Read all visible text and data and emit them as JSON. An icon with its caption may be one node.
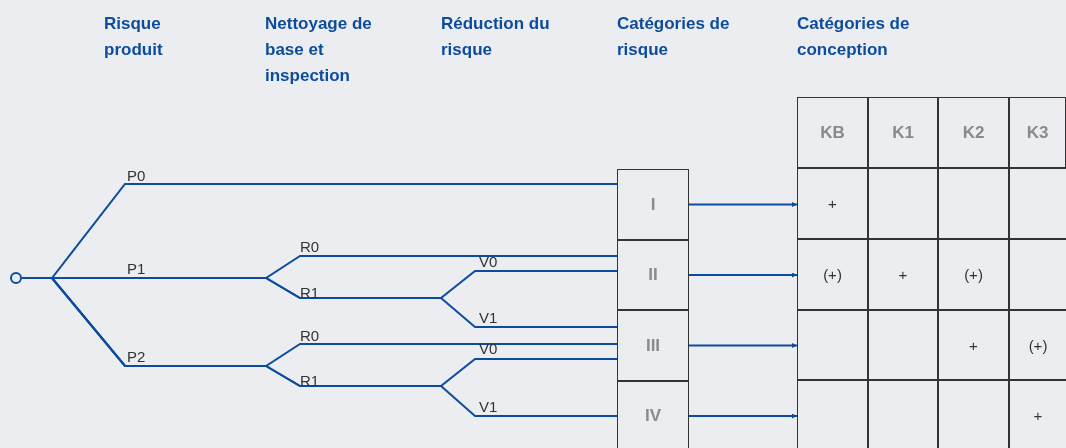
{
  "diagram": {
    "nodes": [
      {
        "text": [],
        "shape": "circle"
      },
      {
        "text": [
          "I"
        ]
      },
      {
        "text": [
          "II"
        ]
      },
      {
        "text": [
          "III"
        ]
      },
      {
        "text": [
          "IV"
        ]
      },
      {
        "text": [
          "KB"
        ]
      },
      {
        "text": [
          "K1"
        ]
      },
      {
        "text": [
          "K2"
        ]
      },
      {
        "text": [
          "K3"
        ]
      },
      {
        "text": [
          "+"
        ]
      },
      {
        "text": [],
        "shape": "box"
      },
      {
        "text": [],
        "shape": "box"
      },
      {
        "text": [],
        "shape": "box"
      },
      {
        "text": [
          "(+)"
        ]
      },
      {
        "text": [
          "+"
        ]
      },
      {
        "text": [
          "(+)"
        ]
      },
      {
        "text": [],
        "shape": "box"
      },
      {
        "text": [],
        "shape": "box"
      },
      {
        "text": [],
        "shape": "box"
      },
      {
        "text": [
          "+"
        ]
      },
      {
        "text": [
          "(+)"
        ]
      },
      {
        "text": [],
        "shape": "box"
      },
      {
        "text": [],
        "shape": "box"
      },
      {
        "text": [],
        "shape": "box"
      },
      {
        "text": [
          "+"
        ]
      }
    ],
    "edges": [
      {
        "from": 0,
        "to": 1,
        "arrow": "none"
      },
      {
        "from": 0,
        "to": 2,
        "arrow": "none"
      },
      {
        "from": 0,
        "to": 2,
        "arrow": "none"
      },
      {
        "from": 0,
        "to": 3,
        "arrow": "none"
      },
      {
        "from": 0,
        "to": 3,
        "arrow": "none"
      },
      {
        "from": 0,
        "to": 3,
        "arrow": "none"
      },
      {
        "from": 0,
        "to": 4,
        "arrow": "none"
      },
      {
        "from": 1,
        "to": 9,
        "arrow": "to"
      },
      {
        "from": 2,
        "to": 13,
        "arrow": "to"
      },
      {
        "from": 3,
        "to": 17,
        "arrow": "to"
      },
      {
        "from": 4,
        "to": 21,
        "arrow": "to"
      }
    ],
    "labels": [
      "Risque produit",
      "Nettoyage de base et inspection",
      "Réduction du risque",
      "Catégories de risque",
      "Catégories de conception",
      "P0",
      "R0",
      "P1",
      "V0",
      "R1",
      "V1",
      "R0",
      "P2",
      "V0",
      "R1",
      "V1"
    ]
  }
}
